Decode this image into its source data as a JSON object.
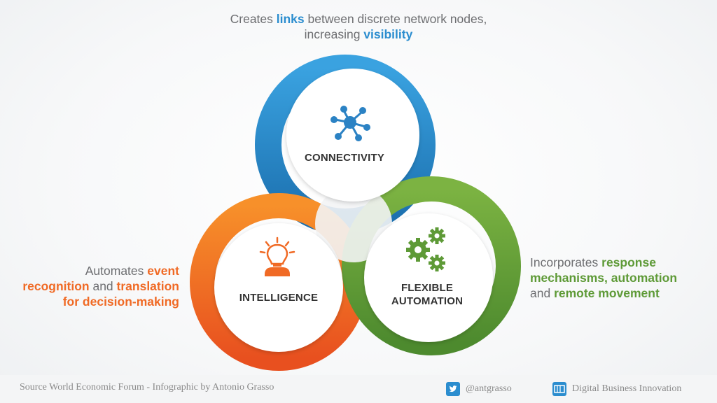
{
  "descriptions": {
    "top": {
      "t1": "Creates ",
      "h1": "links",
      "t2": " between discrete network nodes,",
      "t3": "increasing ",
      "h2": "visibility"
    },
    "left": {
      "t1": "Automates ",
      "h1": "event",
      "h2": "recognition",
      "t2": " and ",
      "h3": "translation",
      "h4": "for decision-making"
    },
    "right": {
      "t1": "Incorporates ",
      "h1": "response",
      "h2": "mechanisms, automation",
      "t2": "and ",
      "h3": "remote movement"
    }
  },
  "rings": {
    "connectivity": {
      "label": "CONNECTIVITY",
      "color": "#2b8dcf",
      "icon": "network-nodes-icon"
    },
    "intelligence": {
      "label": "INTELLIGENCE",
      "color": "#f06a25",
      "icon": "lightbulb-person-icon"
    },
    "flexible_automation": {
      "label_line1": "FLEXIBLE",
      "label_line2": "AUTOMATION",
      "color": "#5e9a37",
      "icon": "gears-icon"
    }
  },
  "footer": {
    "source": "Source World Economic Forum - Infographic by Antonio Grasso",
    "twitter_handle": "@antgrasso",
    "brand": "Digital Business Innovation"
  }
}
